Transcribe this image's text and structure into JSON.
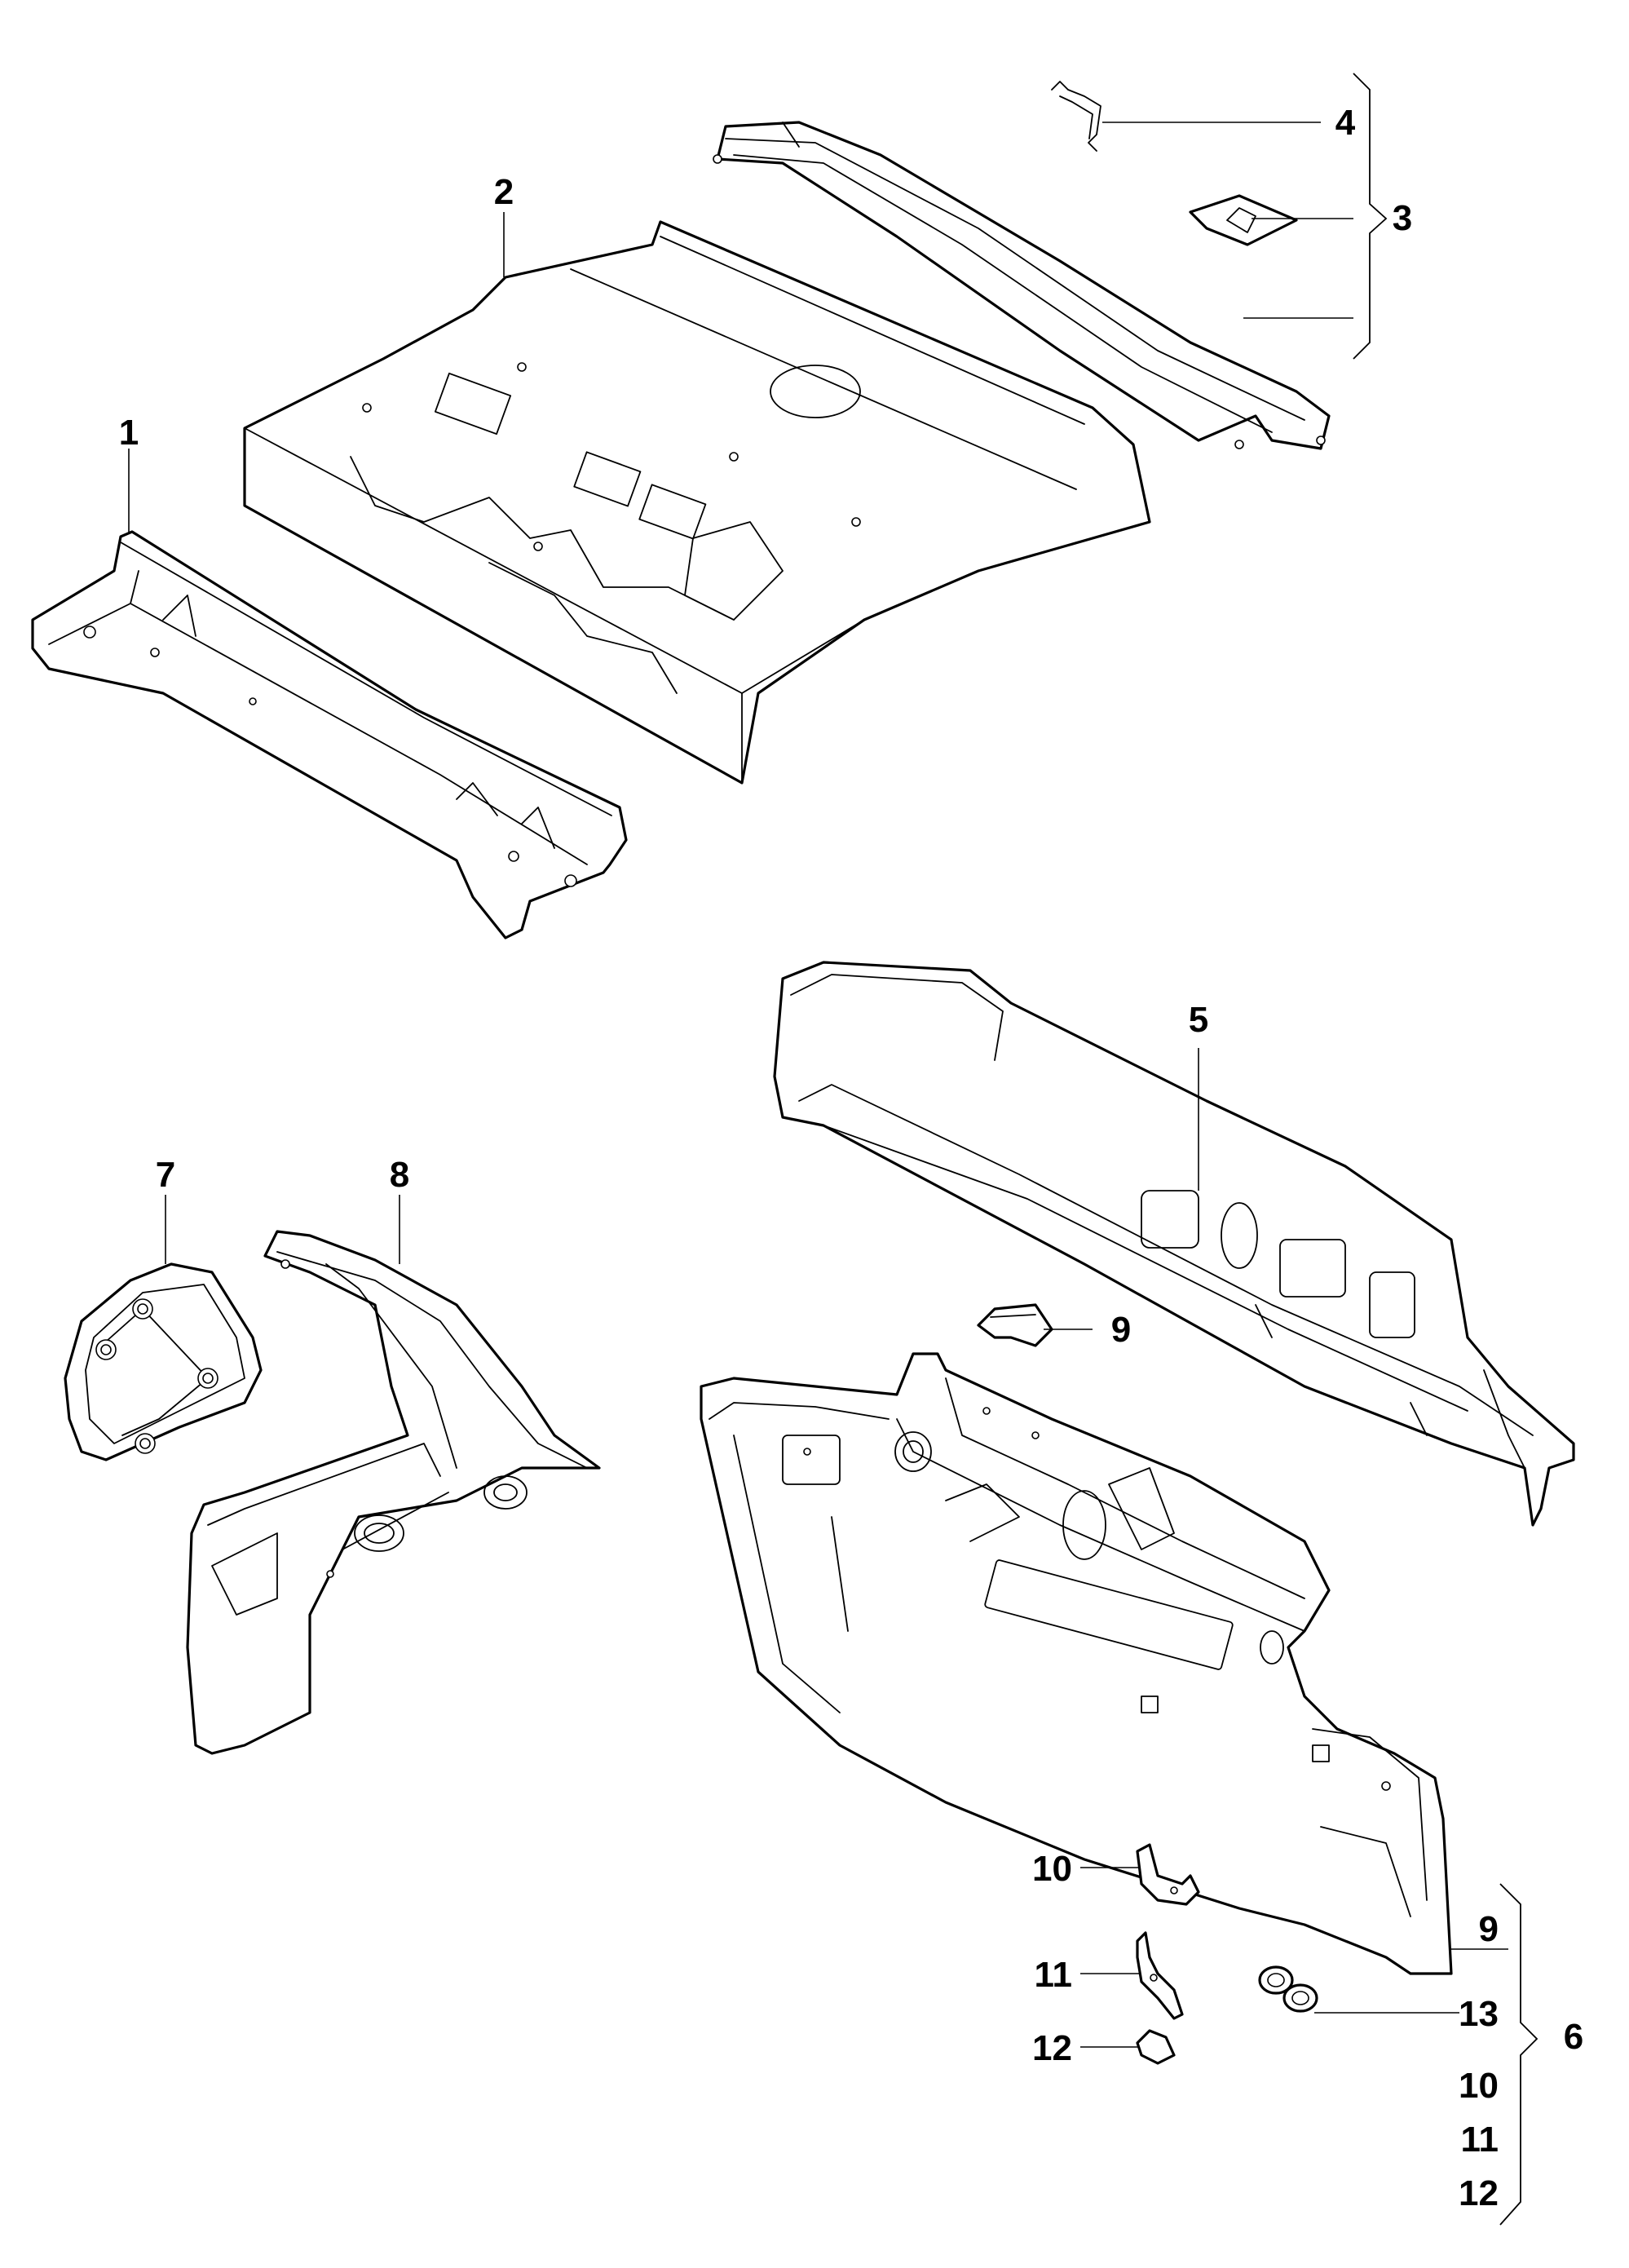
{
  "callouts": {
    "c1": "1",
    "c2": "2",
    "c3": "3",
    "c4": "4",
    "c5": "5",
    "c6": "6",
    "c7": "7",
    "c8": "8",
    "c9a": "9",
    "c9b": "9",
    "c10a": "10",
    "c10b": "10",
    "c11a": "11",
    "c11b": "11",
    "c12a": "12",
    "c12b": "12",
    "c13": "13"
  }
}
